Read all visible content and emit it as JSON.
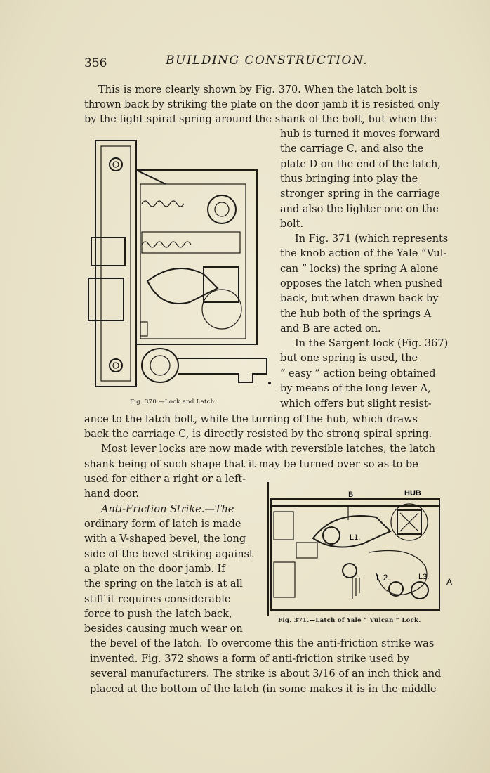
{
  "header": {
    "page_number": "356",
    "running_title": "BUILDING CONSTRUCTION."
  },
  "lines": [
    "This is more clearly shown by Fig. 370. When the latch bolt is",
    "thrown back by striking the plate on the door jamb it is resisted only",
    "by the light spiral spring around the shank of the bolt, but when the",
    "hub is turned it moves forward",
    "the carriage C, and also the",
    "plate D on the end of the latch,",
    "thus bringing into play the",
    "stronger spring in the carriage",
    "and also the lighter one on the",
    "bolt.",
    "In Fig. 371 (which represents",
    "the knob action of the Yale “Vul-",
    "can ” locks) the spring A alone",
    "opposes the latch when pushed",
    "back, but when drawn back by",
    "the hub both of the springs A",
    "and B are acted on.",
    "In the Sargent lock (Fig. 367)",
    "but one spring is used, the",
    "“ easy ” action being obtained",
    "by means of the long lever A,",
    "which offers but slight resist-",
    "ance to the latch bolt, while the turning of the hub, which draws",
    "back the carriage C, is directly resisted by the strong spiral spring.",
    "Most lever locks are now made with reversible latches, the latch",
    "shank being of such shape that it may be turned over so as to be",
    "used for either a right or a left-",
    "hand door.",
    "Anti-Friction Strike.—The",
    "ordinary form of latch is made",
    "with a V-shaped bevel, the long",
    "side of the bevel striking against",
    "a plate on the door jamb. If",
    "the spring on the latch is at all",
    "stiff it requires considerable",
    "force to push the latch back,",
    "besides causing much wear on",
    "the bevel of the latch. To overcome this the anti-friction strike was",
    "invented. Fig. 372 shows a form of anti-friction strike used by",
    "several manufacturers. The strike is about 3/16 of an inch thick and",
    "placed at the bottom of the latch (in some makes it is in the middle"
  ],
  "figures": {
    "fig370": {
      "caption": "Fig. 370.—Lock and Latch."
    },
    "fig371": {
      "caption": "Fig. 371.—Latch of Yale “ Vulcan ” Lock.",
      "labels": {
        "b": "B",
        "hub": "HUB",
        "l1": "L1.",
        "l2": "L 2.",
        "l3": "L3.",
        "a": "A"
      }
    }
  }
}
